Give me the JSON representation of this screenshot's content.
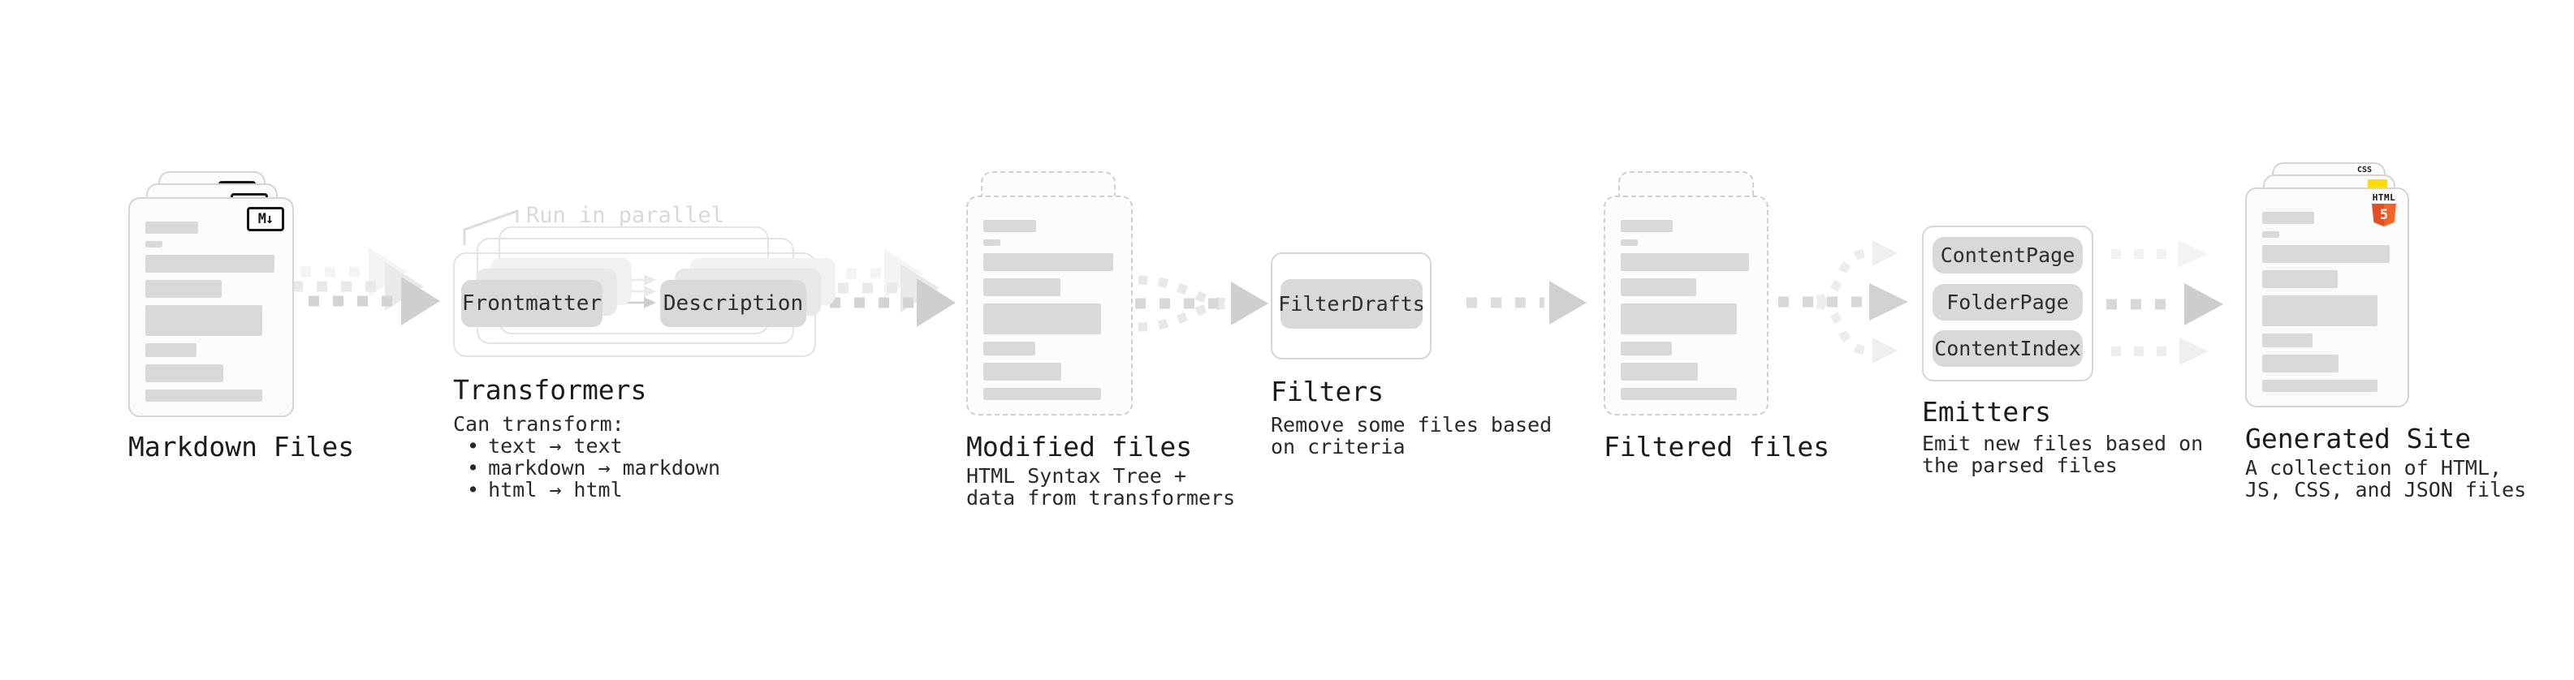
{
  "diagram": {
    "markdown_files": {
      "title": "Markdown Files",
      "badge": "M↓"
    },
    "transformers": {
      "title": "Transformers",
      "annotation": "Run in parallel",
      "pills": [
        "Frontmatter",
        "Description"
      ],
      "desc_heading": "Can transform:",
      "bullets": [
        {
          "marker": "•",
          "label": "text → text"
        },
        {
          "marker": "•",
          "label": "markdown → markdown"
        },
        {
          "marker": "•",
          "label": "html → html"
        }
      ]
    },
    "modified_files": {
      "title": "Modified files",
      "lines": [
        "HTML Syntax Tree +",
        "data from transformers"
      ]
    },
    "filters": {
      "title": "Filters",
      "pill": "FilterDrafts",
      "lines": [
        "Remove some files based",
        "on criteria"
      ]
    },
    "filtered_files": {
      "title": "Filtered files"
    },
    "emitters": {
      "title": "Emitters",
      "pills": [
        "ContentPage",
        "FolderPage",
        "ContentIndex"
      ],
      "lines": [
        "Emit new files based on",
        "the parsed files"
      ]
    },
    "generated_site": {
      "title": "Generated Site",
      "lines": [
        "A collection of HTML,",
        "JS, CSS, and JSON files"
      ],
      "css_label": "CSS",
      "html_label": "HTML",
      "html5_digit": "5"
    },
    "colors": {
      "css_blue": "#2a66f2",
      "js_yellow": "#ffdd00",
      "html5_orange_dark": "#e44d26",
      "html5_orange_light": "#f16529"
    }
  }
}
